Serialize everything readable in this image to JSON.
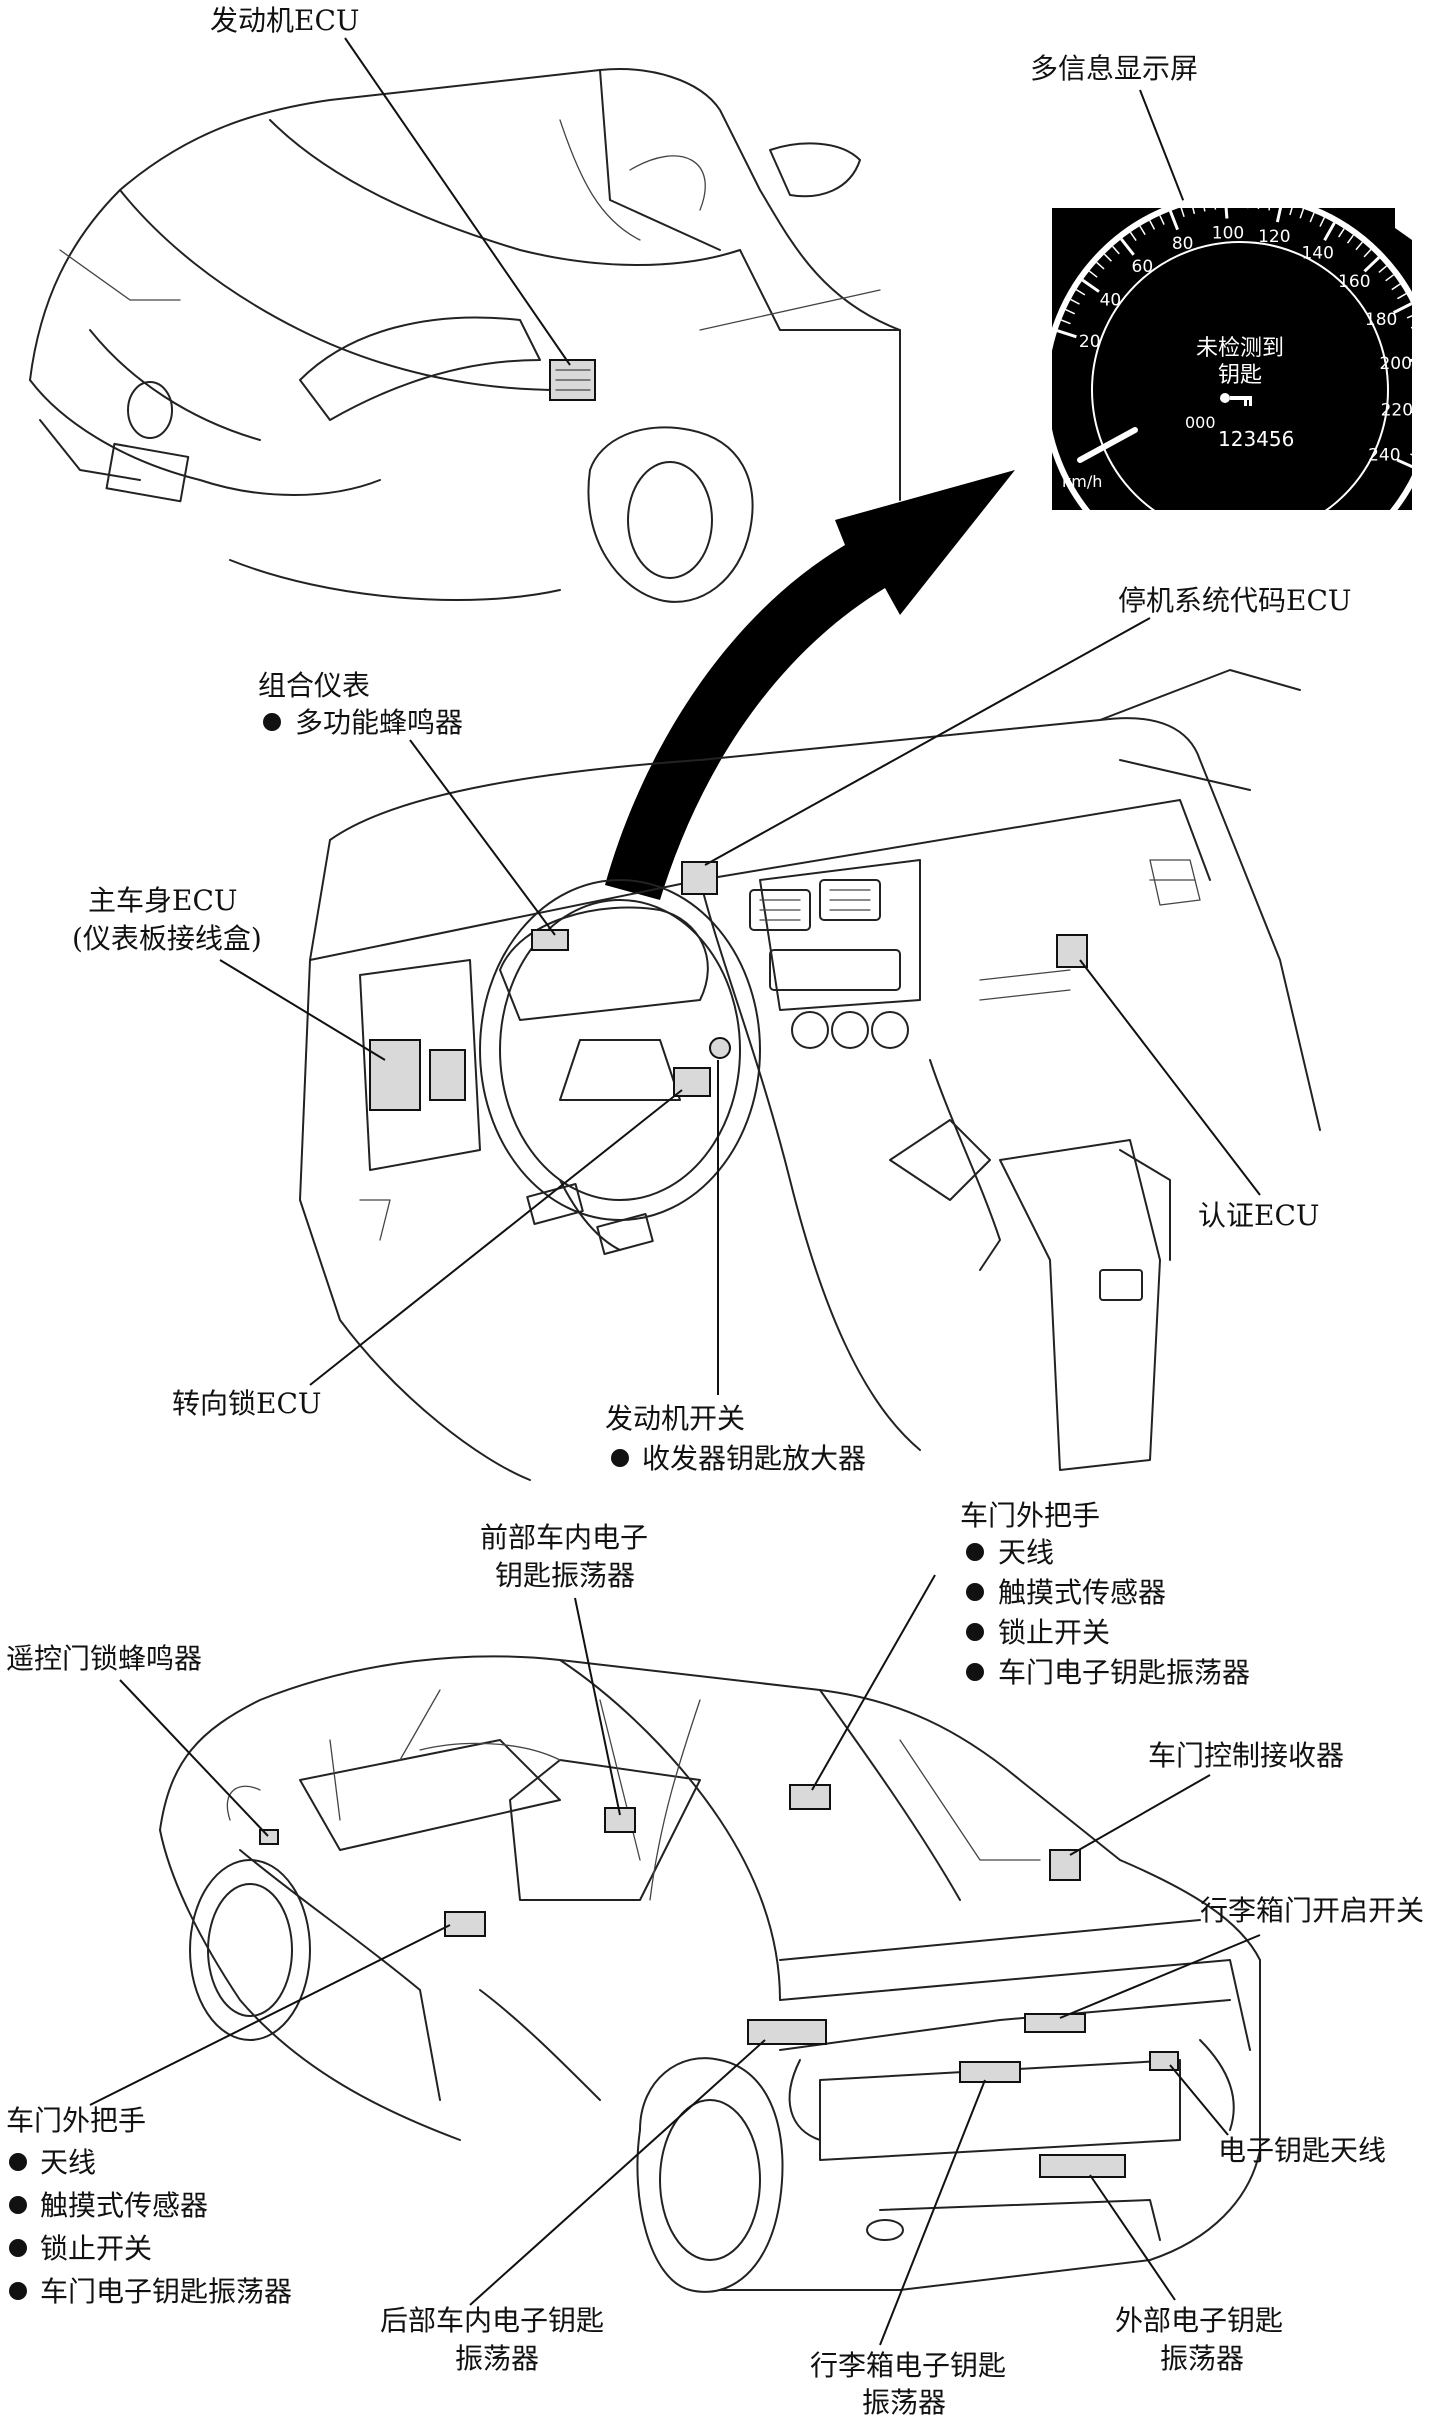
{
  "labels": {
    "engine_ecu": "发动机ECU",
    "multi_info_display": "多信息显示屏",
    "immobilizer_ecu": "停机系统代码ECU",
    "combination_meter": "组合仪表",
    "multi_buzzer": "多功能蜂鸣器",
    "main_body_ecu_line1": "主车身ECU",
    "main_body_ecu_line2": "(仪表板接线盒)",
    "certification_ecu": "认证ECU",
    "steering_lock_ecu": "转向锁ECU",
    "engine_switch": "发动机开关",
    "transponder_amplifier": "收发器钥匙放大器",
    "front_oscillator_line1": "前部车内电子",
    "front_oscillator_line2": "钥匙振荡器",
    "door_handle_right_title": "车门外把手",
    "door_handle_right_items": [
      "天线",
      "触摸式传感器",
      "锁止开关",
      "车门电子钥匙振荡器"
    ],
    "wireless_buzzer": "遥控门锁蜂鸣器",
    "door_control_receiver": "车门控制接收器",
    "trunk_opener_switch": "行李箱门开启开关",
    "door_handle_left_title": "车门外把手",
    "door_handle_left_items": [
      "天线",
      "触摸式传感器",
      "锁止开关",
      "车门电子钥匙振荡器"
    ],
    "electronic_key_antenna": "电子钥匙天线",
    "rear_oscillator_line1": "后部车内电子钥匙",
    "rear_oscillator_line2": "振荡器",
    "outside_oscillator_line1": "外部电子钥匙",
    "outside_oscillator_line2": "振荡器",
    "trunk_oscillator_line1": "行李箱电子钥匙",
    "trunk_oscillator_line2": "振荡器"
  },
  "display": {
    "speed_ticks": [
      "20",
      "40",
      "60",
      "80",
      "100",
      "120",
      "140",
      "160",
      "180",
      "200",
      "220",
      "240"
    ],
    "message_line1": "未检测到",
    "message_line2": "钥匙",
    "odometer": "123456",
    "unit": "km/h",
    "trip_indicator": "000"
  }
}
